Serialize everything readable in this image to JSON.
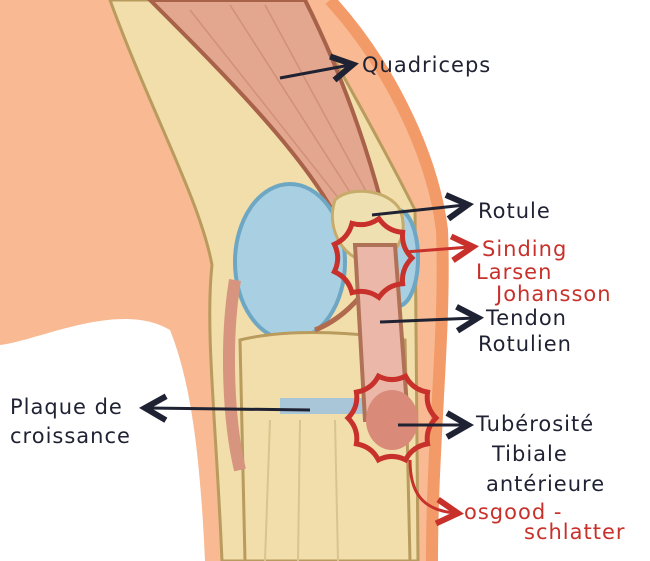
{
  "labels": {
    "quadriceps": "Quadriceps",
    "rotule": "Rotule",
    "sinding_line1": "Sinding",
    "sinding_line2": "Larsen",
    "sinding_line3": "Johansson",
    "tendon_line1": "Tendon",
    "tendon_line2": "Rotulien",
    "plaque_line1": "Plaque de",
    "plaque_line2": "croissance",
    "tuberosite_line1": "Tubérosité",
    "tuberosite_line2": "Tibiale",
    "tuberosite_line3": "antérieure",
    "osgood_line1": "osgood -",
    "osgood_line2": "schlatter"
  },
  "colors": {
    "ink": "#1f2233",
    "pathology": "#c8312b",
    "skin": "#f7b78f",
    "bone": "#f1dfac",
    "cartilage": "#a9d0e2",
    "muscle": "#e3a68f"
  }
}
